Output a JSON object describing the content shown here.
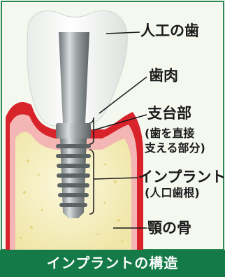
{
  "labels": {
    "crown": "人工の歯",
    "gum": "歯肉",
    "abutment": "支台部",
    "abutment_note_1": "(歯を直接",
    "abutment_note_2": "支える部分)",
    "implant": "インプラント",
    "implant_note": "(人口歯根)",
    "jawbone": "顎の骨"
  },
  "footer": {
    "title": "インプラントの構造"
  },
  "colors": {
    "background": "#f4f8ef",
    "gum": "#d8232a",
    "gum_light": "#f4b5b5",
    "bone": "#f7f2c8",
    "crown": "#ffffff",
    "implant": "#8a9294",
    "footer": "#147a47"
  }
}
